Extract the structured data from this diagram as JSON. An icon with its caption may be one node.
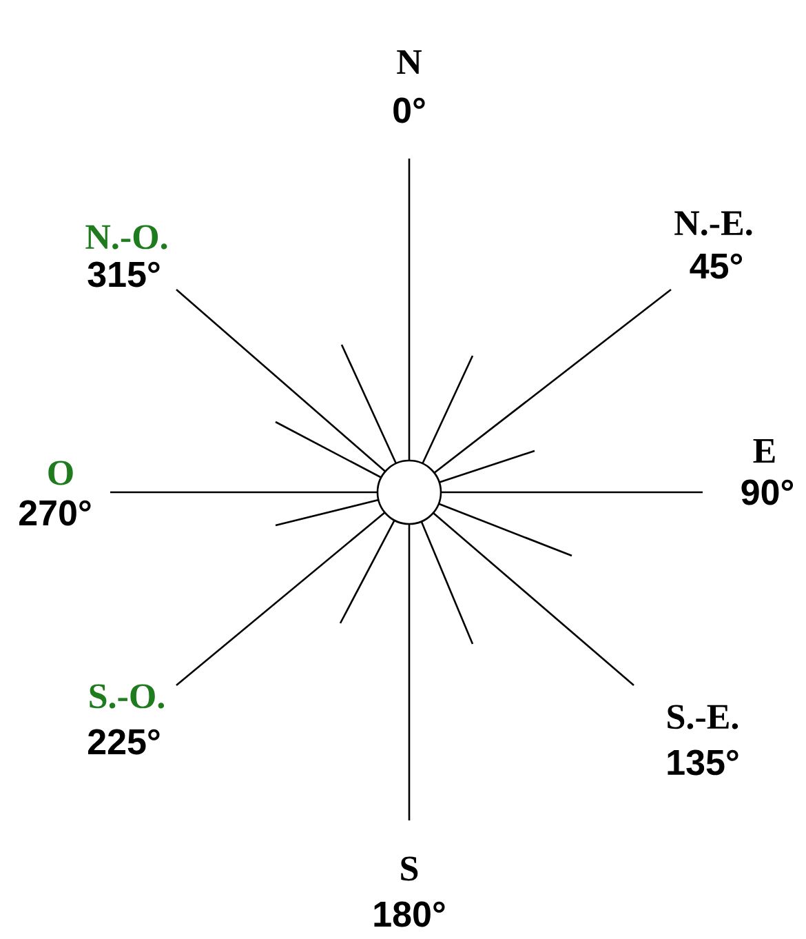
{
  "diagram": {
    "labels": [
      "N",
      "0°",
      "N.-O.",
      "315°",
      "N.-E.",
      "45°",
      "O",
      "270°",
      "E",
      "90°",
      "S.-O.",
      "225°",
      "S.-E.",
      "135°",
      "S",
      "180°"
    ]
  }
}
